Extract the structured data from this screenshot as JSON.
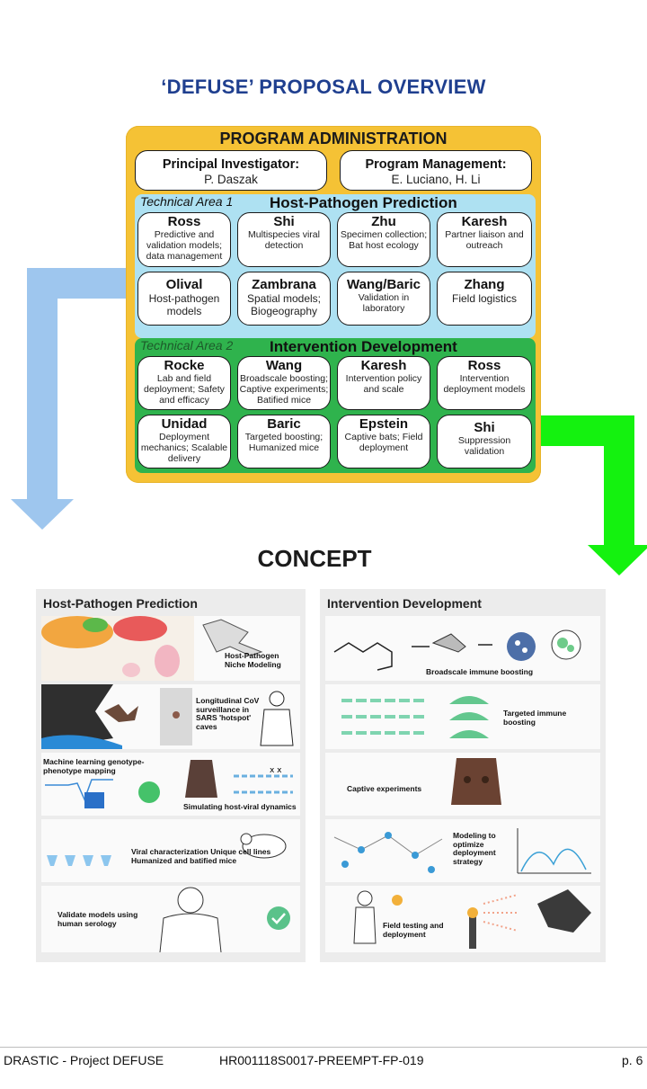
{
  "title": "‘DEFUSE’ PROPOSAL OVERVIEW",
  "admin": {
    "title": "PROGRAM ADMINISTRATION",
    "pi_label": "Principal Investigator:",
    "pi_name": "P. Daszak",
    "pm_label": "Program Management:",
    "pm_names": "E. Luciano, H. Li"
  },
  "ta1": {
    "tag": "Technical Area 1",
    "heading": "Host-Pathogen Prediction",
    "members": [
      {
        "name": "Ross",
        "role": "Predictive and validation models; data management"
      },
      {
        "name": "Shi",
        "role": "Multispecies viral detection"
      },
      {
        "name": "Zhu",
        "role": "Specimen collection; Bat host ecology"
      },
      {
        "name": "Karesh",
        "role": "Partner liaison and outreach"
      },
      {
        "name": "Olival",
        "role": "Host-pathogen models"
      },
      {
        "name": "Zambrana",
        "role": "Spatial models; Biogeography"
      },
      {
        "name": "Wang/Baric",
        "role": "Validation in laboratory"
      },
      {
        "name": "Zhang",
        "role": "Field logistics"
      }
    ]
  },
  "ta2": {
    "tag": "Technical Area 2",
    "heading": "Intervention Development",
    "members": [
      {
        "name": "Rocke",
        "role": "Lab and field deployment; Safety and efficacy"
      },
      {
        "name": "Wang",
        "role": "Broadscale boosting; Captive experiments; Batified mice"
      },
      {
        "name": "Karesh",
        "role": "Intervention policy and scale"
      },
      {
        "name": "Ross",
        "role": "Intervention deployment models"
      },
      {
        "name": "Unidad",
        "role": "Deployment mechanics; Scalable delivery"
      },
      {
        "name": "Baric",
        "role": "Targeted boosting; Humanized mice"
      },
      {
        "name": "Epstein",
        "role": "Captive bats; Field deployment"
      },
      {
        "name": "Shi",
        "role": "Suppression validation"
      }
    ]
  },
  "concept": {
    "title": "CONCEPT",
    "left": {
      "heading": "Host-Pathogen Prediction",
      "rows": [
        "Host-Pathogen Niche Modeling",
        "Longitudinal CoV surveillance in SARS 'hotspot' caves",
        "Machine learning genotype-phenotype mapping",
        "Simulating host-viral dynamics",
        "Viral characterization Unique cell lines Humanized and batified mice",
        "Validate models using human serology"
      ]
    },
    "right": {
      "heading": "Intervention Development",
      "rows": [
        "Broadscale immune boosting",
        "Targeted immune boosting",
        "Captive experiments",
        "Modeling to optimize deployment strategy",
        "Field testing and deployment"
      ]
    }
  },
  "footer": {
    "left": "DRASTIC - Project DEFUSE",
    "center": "HR001118S0017-PREEMPT-FP-019",
    "right": "p. 6"
  },
  "colors": {
    "title": "#1f3f8f",
    "admin_bg": "#f5c235",
    "ta1_bg": "#aee1f2",
    "ta2_bg": "#2fb34d",
    "left_arrow": "#9ec6ee",
    "right_arrow": "#14f20f"
  }
}
